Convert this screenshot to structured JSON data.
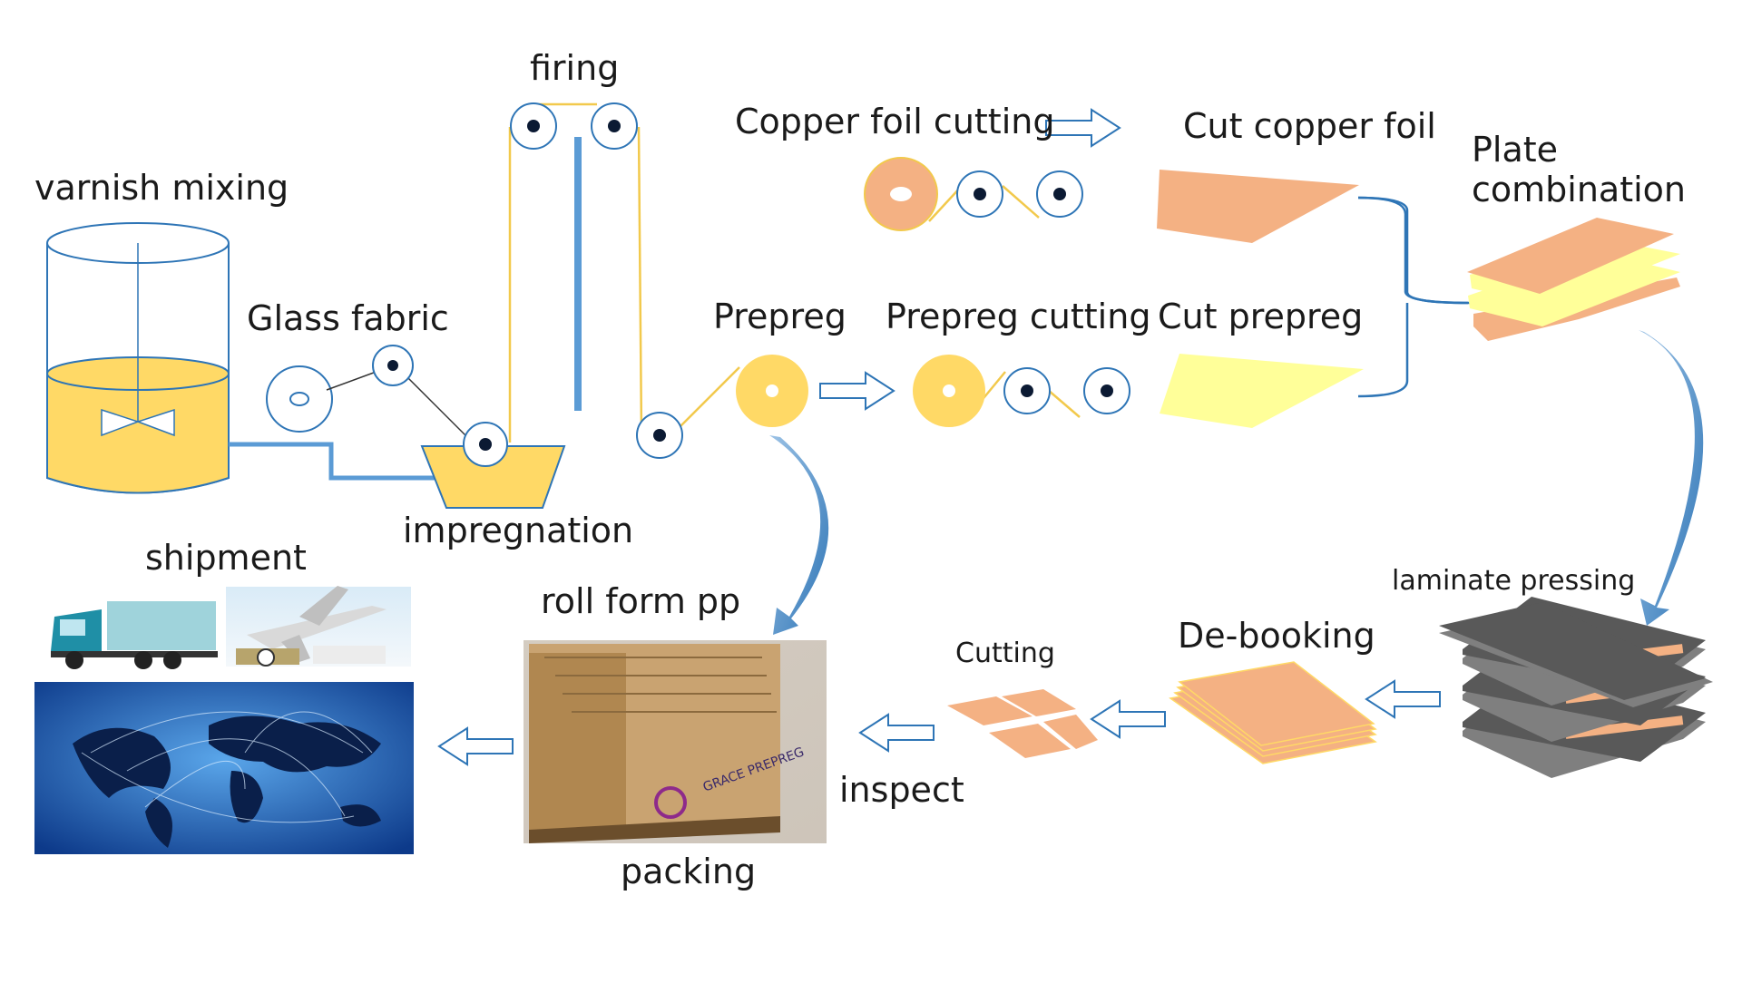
{
  "labels": {
    "firing": "firing",
    "varnish_mixing": "varnish mixing",
    "glass_fabric": "Glass fabric",
    "impregnation": "impregnation",
    "copper_foil_cutting": "Copper foil cutting",
    "cut_copper_foil": "Cut copper foil",
    "plate_line1": "Plate",
    "plate_line2": "combination",
    "prepreg": "Prepreg",
    "prepreg_cutting": "Prepreg  cutting",
    "cut_prepreg": "Cut prepreg",
    "shipment": "shipment",
    "roll_form_pp": "roll form pp",
    "laminate_pressing": "laminate pressing",
    "de_booking": "De-booking",
    "cutting": "Cutting",
    "inspect": "inspect",
    "packing": "packing"
  },
  "box_print": {
    "brand": "GRACE PREPREG"
  },
  "colors": {
    "blue_line": "#2e75b6",
    "pipe_blue": "#5b9bd5",
    "varnish_yellow": "#ffd966",
    "fiber_yellow": "#f2c94c",
    "copper_orange": "#f4b183",
    "prepreg_pale_yellow": "#ffff99",
    "laminate_gray": "#595959",
    "roller_outline": "#2e75b6"
  },
  "icons": {
    "truck": "truck-icon",
    "airplane": "airplane-icon",
    "world_map": "world-map-icon",
    "box": "cardboard-box-icon"
  }
}
